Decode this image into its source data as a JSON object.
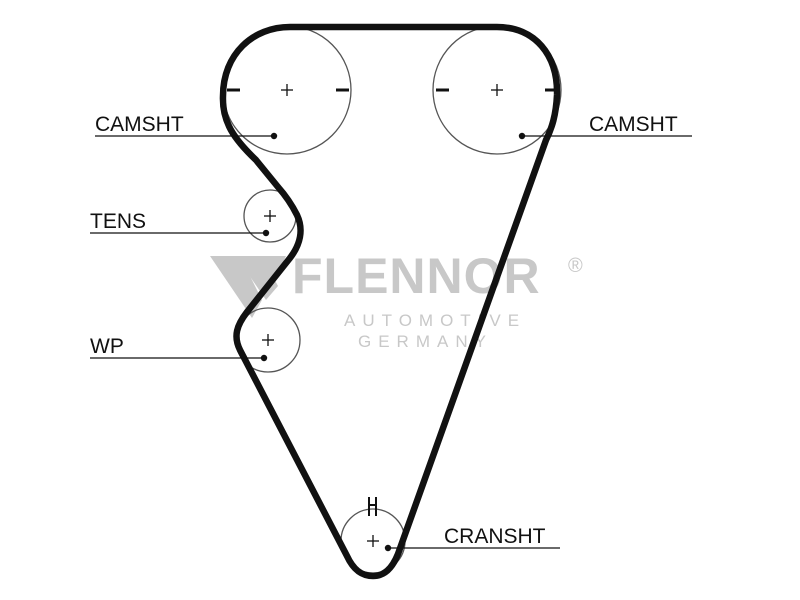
{
  "labels": {
    "camshaft_left": "CAMSHT",
    "camshaft_right": "CAMSHT",
    "tensioner": "TENS",
    "water_pump": "WP",
    "crankshaft": "CRANSHT"
  },
  "watermark": {
    "brand": "FLENNOR",
    "registered": "®",
    "line1": "AUTOMOTIVE",
    "line2": "GERMANY"
  },
  "colors": {
    "belt": "#111111",
    "pulley": "#555555",
    "label": "#111111",
    "watermark": "#c8c8c8"
  }
}
